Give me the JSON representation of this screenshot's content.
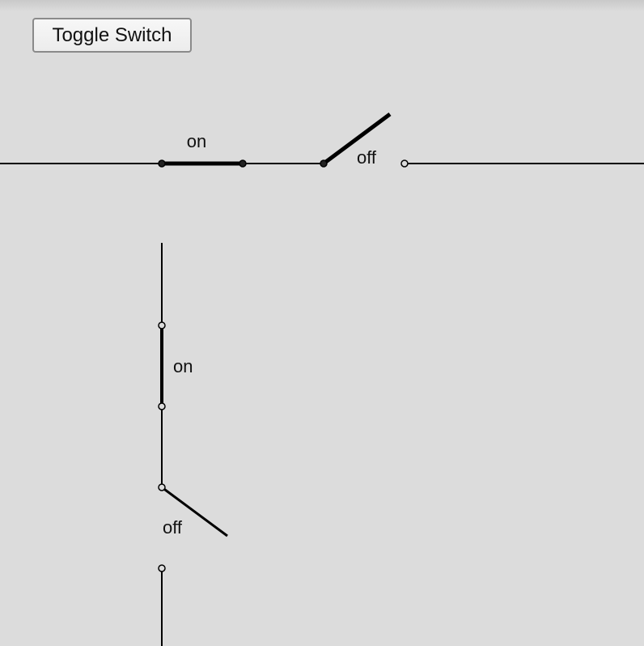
{
  "toolbar": {
    "toggle_label": "Toggle Switch"
  },
  "horizontal_circuit": {
    "switches": [
      {
        "state_label": "on",
        "closed": true
      },
      {
        "state_label": "off",
        "closed": false
      }
    ]
  },
  "vertical_circuit": {
    "switches": [
      {
        "state_label": "on",
        "closed": true
      },
      {
        "state_label": "off",
        "closed": false
      }
    ]
  },
  "colors": {
    "background": "#dcdcdc",
    "wire": "#000000"
  }
}
